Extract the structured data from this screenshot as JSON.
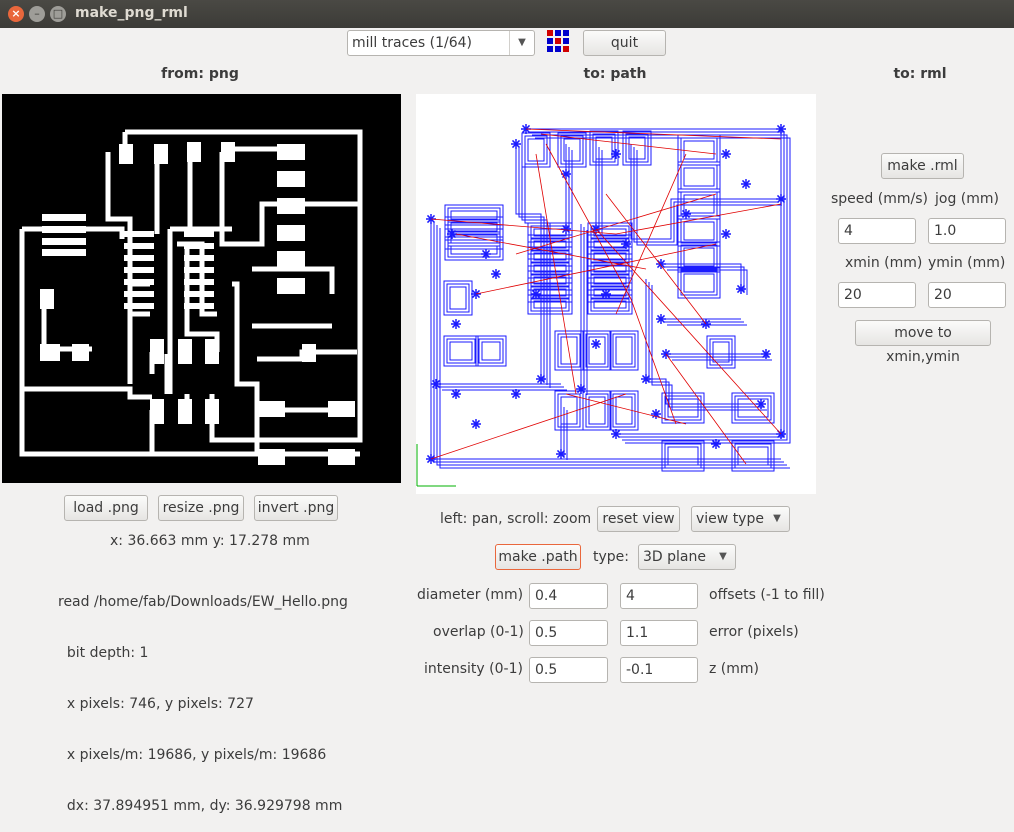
{
  "window": {
    "title": "make_png_rml"
  },
  "titlebar": {
    "close_icon": "×",
    "min_icon": "–",
    "max_icon": "□"
  },
  "toolbar": {
    "mode_value": "mill traces (1/64)",
    "quit_label": "quit",
    "palette_colors": [
      "#d00000",
      "#0000cc"
    ]
  },
  "headers": {
    "from": "from: png",
    "to_path": "to: path",
    "to_rml": "to: rml"
  },
  "png_panel": {
    "load_label": "load .png",
    "resize_label": "resize .png",
    "invert_label": "invert .png",
    "coords": "x: 36.663 mm  y: 17.278 mm",
    "info": [
      "read /home/fab/Downloads/EW_Hello.png",
      "  bit depth: 1",
      "  x pixels: 746, y pixels: 727",
      "  x pixels/m: 19686, y pixels/m: 19686",
      "  dx: 37.894951 mm, dy: 36.929798 mm"
    ]
  },
  "path_panel": {
    "hint": "left: pan, scroll: zoom",
    "reset_view_label": "reset view",
    "view_type_label": "view type",
    "make_path_label": "make .path",
    "type_label": "type:",
    "type_value": "3D plane",
    "diameter_label": "diameter (mm)",
    "diameter_value": "0.4",
    "offsets_value": "4",
    "offsets_label": "offsets (-1 to fill)",
    "overlap_label": "overlap (0-1)",
    "overlap_value": "0.5",
    "error_value": "1.1",
    "error_label": "error (pixels)",
    "intensity_label": "intensity (0-1)",
    "intensity_value": "0.5",
    "z_value": "-0.1",
    "z_label": "z (mm)",
    "path_color": "#1a1aff",
    "move_color": "#e00000"
  },
  "rml_panel": {
    "make_rml_label": "make .rml",
    "speed_label": "speed (mm/s)",
    "jog_label": "jog (mm)",
    "speed_value": "4",
    "jog_value": "1.0",
    "xmin_label": "xmin (mm)",
    "ymin_label": "ymin (mm)",
    "xmin_value": "20",
    "ymin_value": "20",
    "move_label": "move to xmin,ymin"
  }
}
